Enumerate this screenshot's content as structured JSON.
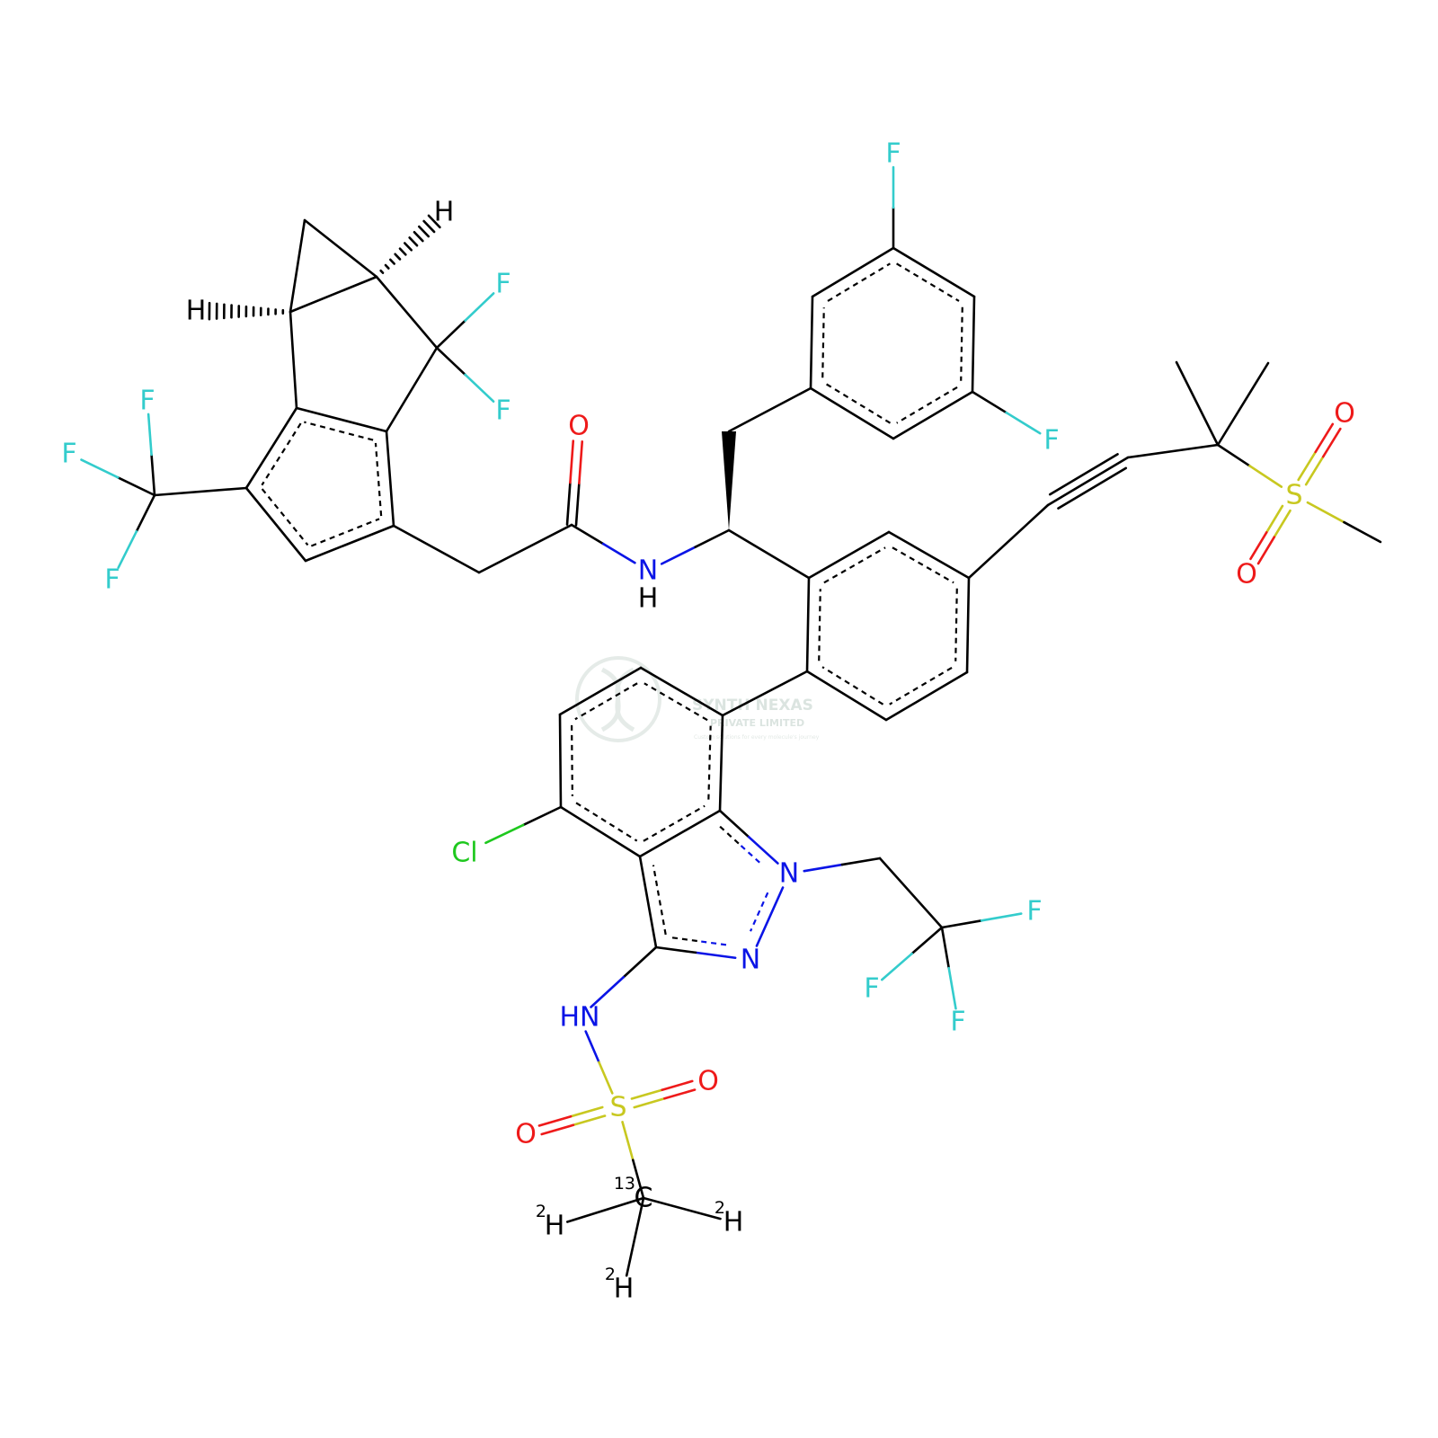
{
  "watermark": {
    "line1": "SYNTH NEXAS",
    "line2": "PRIVATE LIMITED",
    "tagline": "Custom solutions for every molecule's journey"
  },
  "colors": {
    "C": "#000000",
    "N": "#0a14e6",
    "O": "#ee1a1a",
    "F": "#33cccc",
    "S": "#c8c820",
    "Cl": "#1ec81e",
    "H": "#000000",
    "watermark": "#d8e2dd"
  },
  "atoms": [
    {
      "id": "F_aryl_top",
      "el": "F",
      "label": "F"
    },
    {
      "id": "F_aryl_right",
      "el": "F",
      "label": "F"
    },
    {
      "id": "F_cf2_a",
      "el": "F",
      "label": "F"
    },
    {
      "id": "F_cf2_b",
      "el": "F",
      "label": "F"
    },
    {
      "id": "F_cf3_a",
      "el": "F",
      "label": "F"
    },
    {
      "id": "F_cf3_b",
      "el": "F",
      "label": "F"
    },
    {
      "id": "F_cf3_c",
      "el": "F",
      "label": "F"
    },
    {
      "id": "F_tfe_a",
      "el": "F",
      "label": "F"
    },
    {
      "id": "F_tfe_b",
      "el": "F",
      "label": "F"
    },
    {
      "id": "F_tfe_c",
      "el": "F",
      "label": "F"
    },
    {
      "id": "H_cp_right",
      "el": "H",
      "label": "H"
    },
    {
      "id": "H_cp_left",
      "el": "H",
      "label": "H"
    },
    {
      "id": "O_amide",
      "el": "O",
      "label": "O"
    },
    {
      "id": "N_pyrazole_1",
      "el": "N",
      "label": "N"
    },
    {
      "id": "N_pyrazole_2",
      "el": "N",
      "label": "N"
    },
    {
      "id": "N_amide",
      "el": "N",
      "label": "N"
    },
    {
      "id": "H_amide",
      "el": "H",
      "label": "H"
    },
    {
      "id": "N_pyridine",
      "el": "N",
      "label": "N"
    },
    {
      "id": "O_sulfone_top",
      "el": "O",
      "label": "O"
    },
    {
      "id": "S_sulfone",
      "el": "S",
      "label": "S"
    },
    {
      "id": "O_sulfone_bottom",
      "el": "O",
      "label": "O"
    },
    {
      "id": "Cl_indazole",
      "el": "Cl",
      "label": "Cl"
    },
    {
      "id": "N_indazole_1",
      "el": "N",
      "label": "N"
    },
    {
      "id": "N_indazole_2",
      "el": "N",
      "label": "N"
    },
    {
      "id": "NH_sulfonamide",
      "el": "N",
      "label": "HN"
    },
    {
      "id": "O_sulfonamide_right",
      "el": "O",
      "label": "O"
    },
    {
      "id": "S_sulfonamide",
      "el": "S",
      "label": "S"
    },
    {
      "id": "O_sulfonamide_left",
      "el": "O",
      "label": "O"
    },
    {
      "id": "C13_methyl",
      "el": "C",
      "label": "C",
      "isotope": "13"
    },
    {
      "id": "D_left",
      "el": "H",
      "label": "H",
      "isotope": "2"
    },
    {
      "id": "D_right",
      "el": "H",
      "label": "H",
      "isotope": "2"
    },
    {
      "id": "D_bottom",
      "el": "H",
      "label": "H",
      "isotope": "2"
    }
  ]
}
